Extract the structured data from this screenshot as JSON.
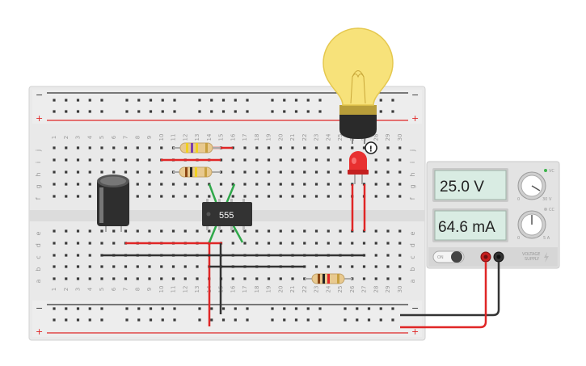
{
  "power_supply": {
    "voltage_reading": "25.0 V",
    "current_reading": "64.6 mA",
    "cv_label": "VC",
    "cc_label": "CC",
    "volt_knob_min": "0",
    "volt_knob_max": "30 V",
    "amp_knob_min": "0",
    "amp_knob_max": "5 A",
    "switch_label": "ON",
    "brand_line1": "VOLTAGE",
    "brand_line2": "SUPPLY"
  },
  "breadboard": {
    "column_numbers": [
      "1",
      "2",
      "3",
      "4",
      "5",
      "6",
      "7",
      "8",
      "9",
      "10",
      "11",
      "12",
      "13",
      "14",
      "15",
      "16",
      "17",
      "18",
      "19",
      "20",
      "21",
      "22",
      "23",
      "24",
      "25",
      "26",
      "27",
      "28",
      "29",
      "30"
    ],
    "top_row_letters": [
      "j",
      "i",
      "h",
      "g",
      "f"
    ],
    "bottom_row_letters": [
      "e",
      "d",
      "c",
      "b",
      "a"
    ],
    "rail_minus": "−",
    "rail_plus": "+"
  },
  "chip": {
    "label": "555"
  },
  "warning": {
    "symbol": "!"
  },
  "colors": {
    "red_wire": "#e02626",
    "black_wire": "#333333",
    "green_wire": "#2fa84a",
    "lcd_bg": "#d9ece3",
    "board": "#e8e8e8",
    "bulb": "#f7e27a"
  }
}
